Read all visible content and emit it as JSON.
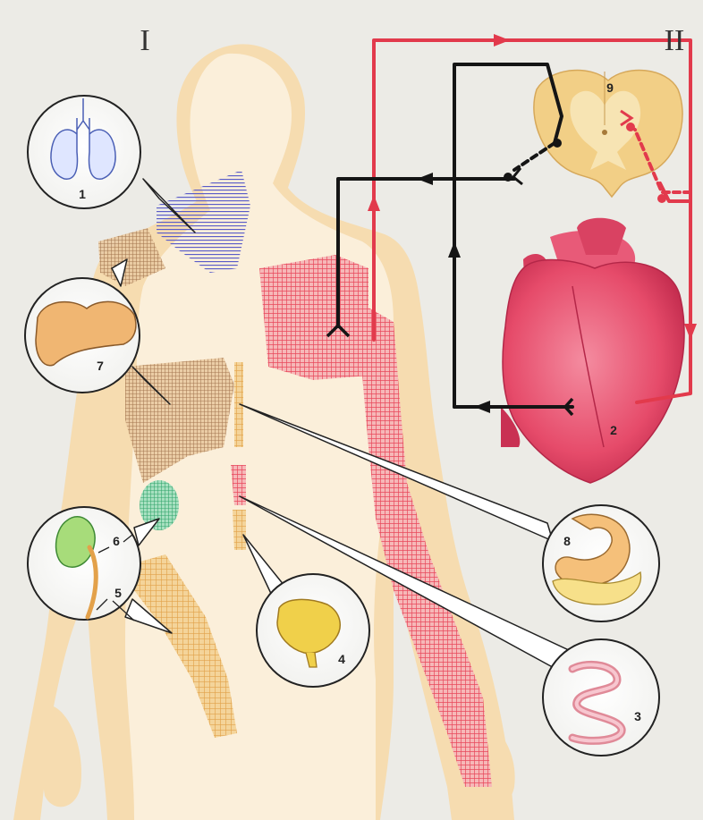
{
  "panels": {
    "left": "I",
    "right": "II"
  },
  "callouts": {
    "lungs": "1",
    "heart": "2",
    "intestine": "3",
    "bladder": "4",
    "ureter": "5",
    "kidney": "6",
    "liver": "7",
    "stomach": "8",
    "spinal_cord": "9"
  },
  "colors": {
    "paper": "#ecebe6",
    "skin": "#f6dcb0",
    "body_light": "#fbf2e2",
    "afferent_red": "#e23a4c",
    "efferent_black": "#151515",
    "heart": "#e64b6a",
    "spinal_cord": "#f2cf86",
    "lung_zone": "#5a5cc8",
    "liver_zone": "#9a6a42",
    "kidney_zone": "#2fa36a",
    "ureter_zone": "#e1a24a",
    "heart_zone": "#e8475a"
  }
}
